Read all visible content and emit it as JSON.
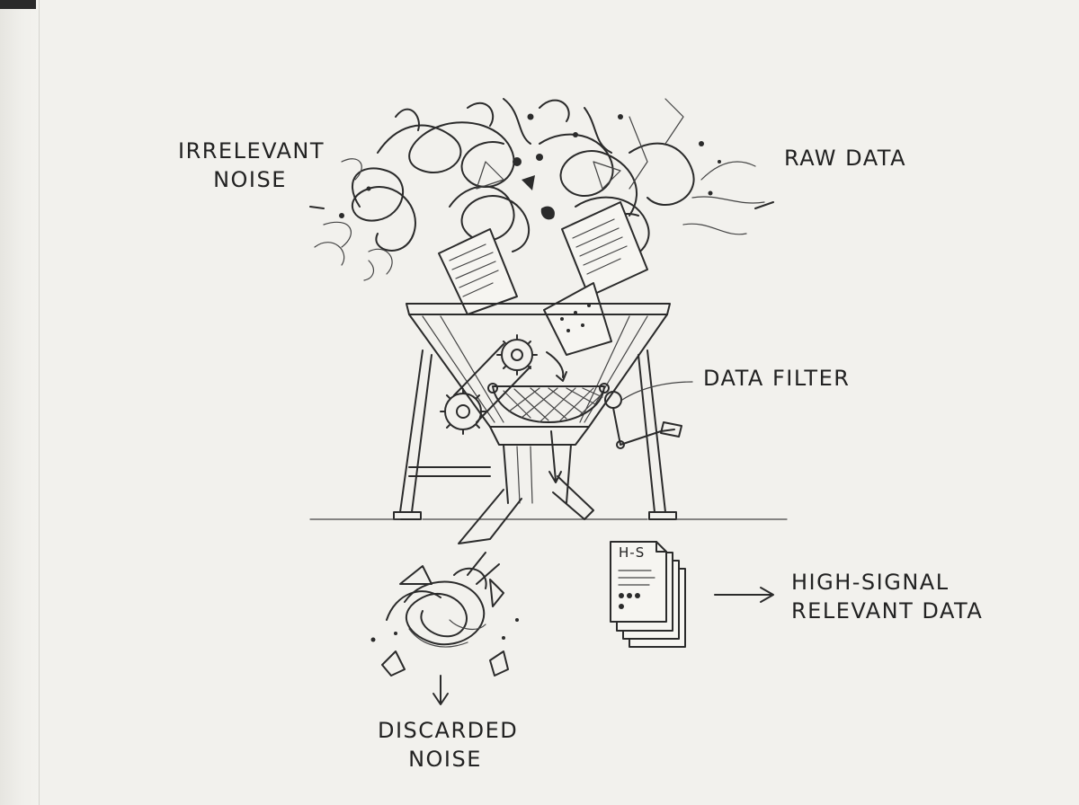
{
  "labels": {
    "irrelevant_noise": [
      "IRRELEVANT",
      "NOISE"
    ],
    "raw_data": "RAW DATA",
    "data_filter": "DATA FILTER",
    "high_signal": [
      "HIGH-SIGNAL",
      "RELEVANT DATA"
    ],
    "discarded_noise": [
      "DISCARDED",
      "NOISE"
    ],
    "document_tag": "H-S"
  }
}
